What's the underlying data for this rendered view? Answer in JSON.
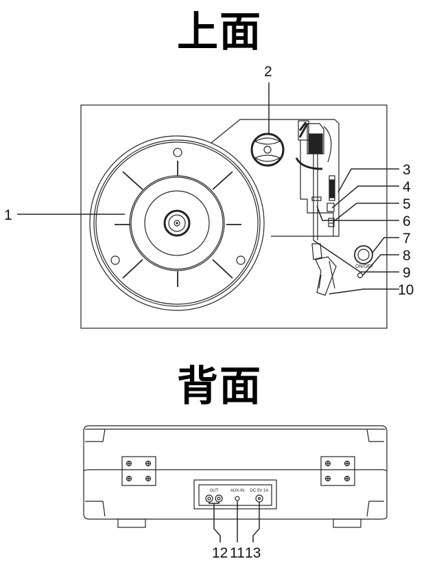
{
  "sections": {
    "top": {
      "title": "上面"
    },
    "back": {
      "title": "背面"
    }
  },
  "top_view": {
    "switch_label": "ON/OFF",
    "callouts": [
      {
        "id": "1",
        "label": "1"
      },
      {
        "id": "2",
        "label": "2"
      },
      {
        "id": "3",
        "label": "3"
      },
      {
        "id": "4",
        "label": "4"
      },
      {
        "id": "5",
        "label": "5"
      },
      {
        "id": "6",
        "label": "6"
      },
      {
        "id": "7",
        "label": "7"
      },
      {
        "id": "8",
        "label": "8"
      },
      {
        "id": "9",
        "label": "9"
      },
      {
        "id": "10",
        "label": "10"
      }
    ]
  },
  "back_view": {
    "panel_labels": {
      "out": "OUT",
      "aux": "AUX-IN",
      "dc": "DC 5V 1A"
    },
    "callouts": [
      {
        "id": "12",
        "label": "12"
      },
      {
        "id": "11",
        "label": "11"
      },
      {
        "id": "13",
        "label": "13"
      }
    ]
  },
  "colors": {
    "line": "#222222",
    "background": "#ffffff"
  }
}
